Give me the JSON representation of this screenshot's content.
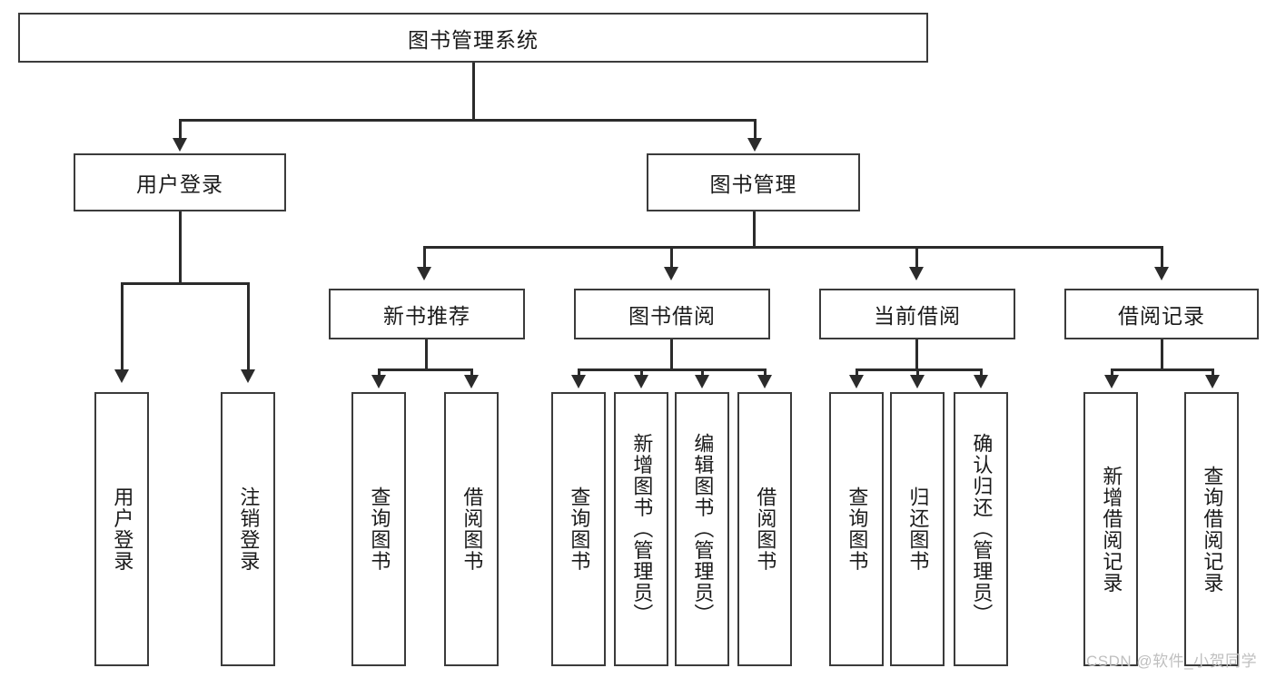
{
  "diagram": {
    "title": "图书管理系统",
    "type": "tree-hierarchy",
    "root": {
      "label": "图书管理系统"
    },
    "level2": [
      {
        "label": "用户登录"
      },
      {
        "label": "图书管理"
      }
    ],
    "level3": [
      {
        "label": "新书推荐"
      },
      {
        "label": "图书借阅"
      },
      {
        "label": "当前借阅"
      },
      {
        "label": "借阅记录"
      }
    ],
    "leaves": {
      "user_login": [
        {
          "label": "用户登录"
        },
        {
          "label": "注销登录"
        }
      ],
      "new_book_recommend": [
        {
          "label": "查询图书"
        },
        {
          "label": "借阅图书"
        }
      ],
      "book_borrow": [
        {
          "label": "查询图书"
        },
        {
          "label": "新增图书（管理员）"
        },
        {
          "label": "编辑图书（管理员）"
        },
        {
          "label": "借阅图书"
        }
      ],
      "current_borrow": [
        {
          "label": "查询图书"
        },
        {
          "label": "归还图书"
        },
        {
          "label": "确认归还（管理员）"
        }
      ],
      "borrow_record": [
        {
          "label": "新增借阅记录"
        },
        {
          "label": "查询借阅记录"
        }
      ]
    }
  },
  "watermark": {
    "text": "CSDN @软件_小贺同学"
  },
  "colors": {
    "border": "#3b3b3b",
    "line": "#2b2b2b",
    "background": "#ffffff",
    "text": "#1a1a1a",
    "watermark": "#bfbfbf"
  }
}
